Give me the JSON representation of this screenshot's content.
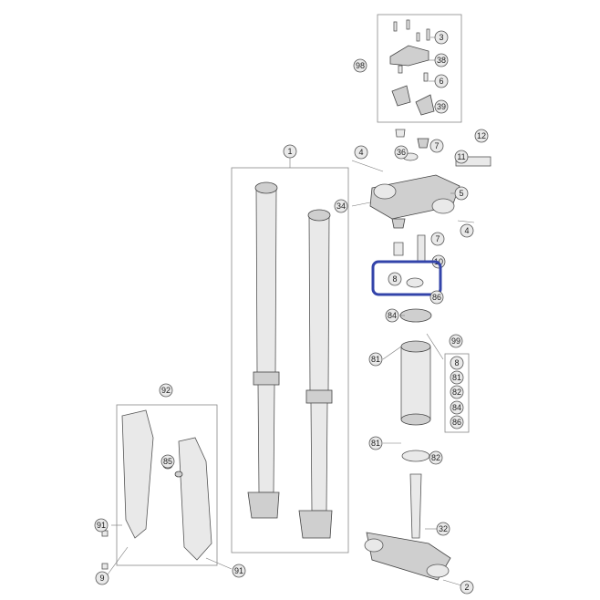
{
  "diagram": {
    "callouts": {
      "c1": "1",
      "c2": "2",
      "c3": "3",
      "c4a": "4",
      "c4b": "4",
      "c5": "5",
      "c6": "6",
      "c7a": "7",
      "c7b": "7",
      "c8": "8",
      "c9": "9",
      "c10": "10",
      "c12": "12",
      "c32": "32",
      "c34": "34",
      "c36": "36",
      "c38": "38",
      "c39": "39",
      "c81a": "81",
      "c81b": "81",
      "c82": "82",
      "c84": "84",
      "c85": "85",
      "c86": "86",
      "c91a": "91",
      "c91b": "91",
      "c92": "92",
      "c98": "98",
      "c99": "99"
    },
    "kit_99_items": [
      "8",
      "81",
      "82",
      "84",
      "86"
    ],
    "highlight_color": "#3344aa"
  }
}
